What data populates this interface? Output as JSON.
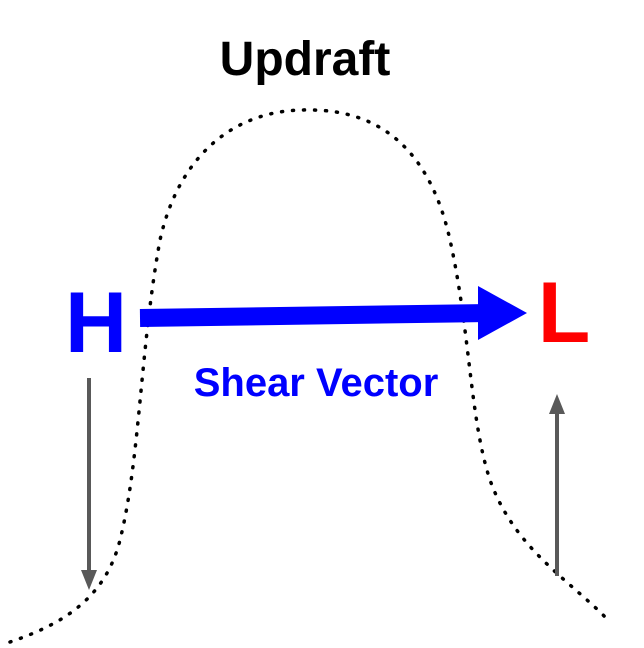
{
  "title": "Updraft",
  "high_label": "H",
  "low_label": "L",
  "shear_label": "Shear Vector",
  "colors": {
    "title": "#000000",
    "high": "#0000ff",
    "low": "#ff0000",
    "shear_arrow": "#0000ff",
    "shear_text": "#0000ff",
    "vertical_arrows": "#595959",
    "updraft_outline": "#000000",
    "background": "#ffffff"
  }
}
